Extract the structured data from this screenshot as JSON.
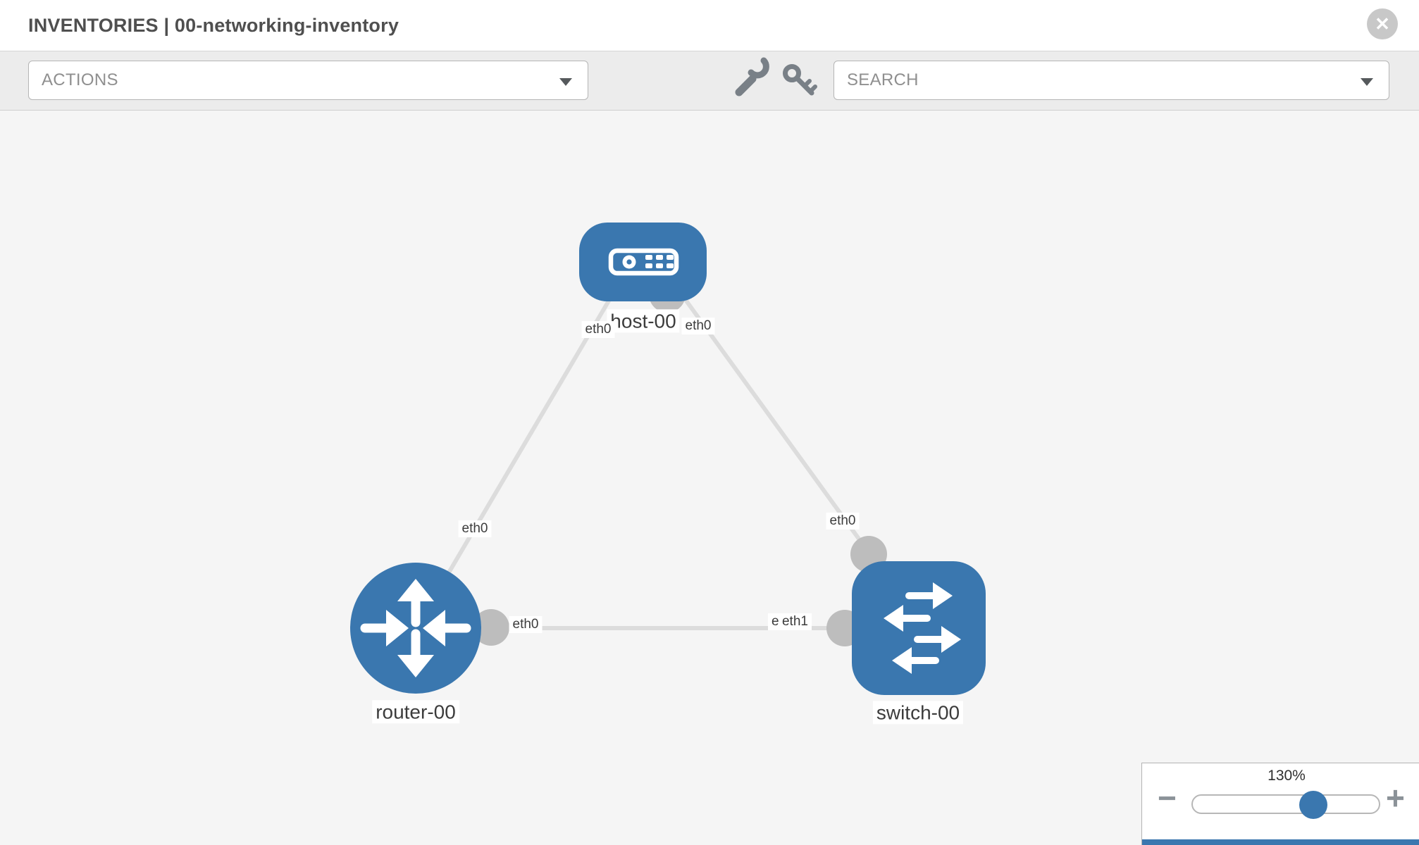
{
  "header": {
    "title": "INVENTORIES | 00-networking-inventory",
    "close_glyph": "✕"
  },
  "toolbar": {
    "actions_label": "ACTIONS",
    "search_label": "SEARCH"
  },
  "topology": {
    "nodes": [
      {
        "id": "host-00",
        "type": "host",
        "label": "host-00"
      },
      {
        "id": "router-00",
        "type": "router",
        "label": "router-00"
      },
      {
        "id": "switch-00",
        "type": "switch",
        "label": "switch-00"
      }
    ],
    "links": [
      {
        "from": "host-00",
        "from_interface": "eth0",
        "to": "router-00",
        "to_interface": "eth0"
      },
      {
        "from": "host-00",
        "from_interface": "eth0",
        "to": "switch-00",
        "to_interface": "eth0"
      },
      {
        "from": "router-00",
        "from_interface": "eth0",
        "to": "switch-00",
        "to_interface": "eth1"
      }
    ],
    "port_labels": {
      "host_left": "eth0",
      "host_right": "eth0",
      "host_router_mid": "eth0",
      "host_switch_mid": "eth0",
      "router_right": "eth0",
      "switch_left_back": "eth0",
      "switch_left_front": "eth1"
    }
  },
  "zoom_panel": {
    "value": "130%",
    "minus_glyph": "−",
    "plus_glyph": "+"
  },
  "colors": {
    "node_blue": "#3a77af",
    "link_gray": "#dcdcdc",
    "connector_gray": "#bdbdbd",
    "slider_knob_blue": "#3a77af",
    "toolbar_bg": "#ececec",
    "canvas_bg": "#f5f5f5"
  }
}
